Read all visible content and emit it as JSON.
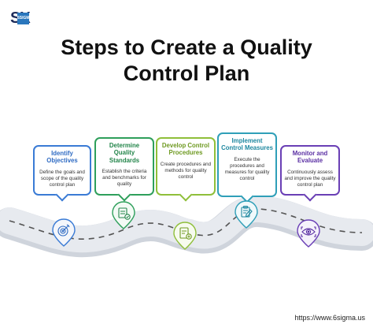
{
  "logo": {
    "letters": "SX",
    "sigma_text": "6SIGMA"
  },
  "title": {
    "line1": "Steps to Create a Quality",
    "line2": "Control Plan"
  },
  "steps": [
    {
      "title": "Identify Objectives",
      "desc": "Define the goals and scope of the quality control plan",
      "color": "#3a7bd5",
      "icon": "target-icon"
    },
    {
      "title": "Determine Quality Standards",
      "desc": "Establish the criteria and benchmarks for quality",
      "color": "#2e9f5b",
      "icon": "checklist-icon"
    },
    {
      "title": "Develop Control Procedures",
      "desc": "Create procedures and methods for quality control",
      "color": "#8fbf3a",
      "icon": "procedure-doc-icon"
    },
    {
      "title": "Implement Control Measures",
      "desc": "Execute the procedures and measures for quality control",
      "color": "#2f9fb8",
      "icon": "clipboard-pen-icon"
    },
    {
      "title": "Monitor and Evaluate",
      "desc": "Continuously assess and improve the quality control plan",
      "color": "#6a3fb5",
      "icon": "eye-icon"
    }
  ],
  "footer": {
    "url": "https://www.6sigma.us"
  }
}
